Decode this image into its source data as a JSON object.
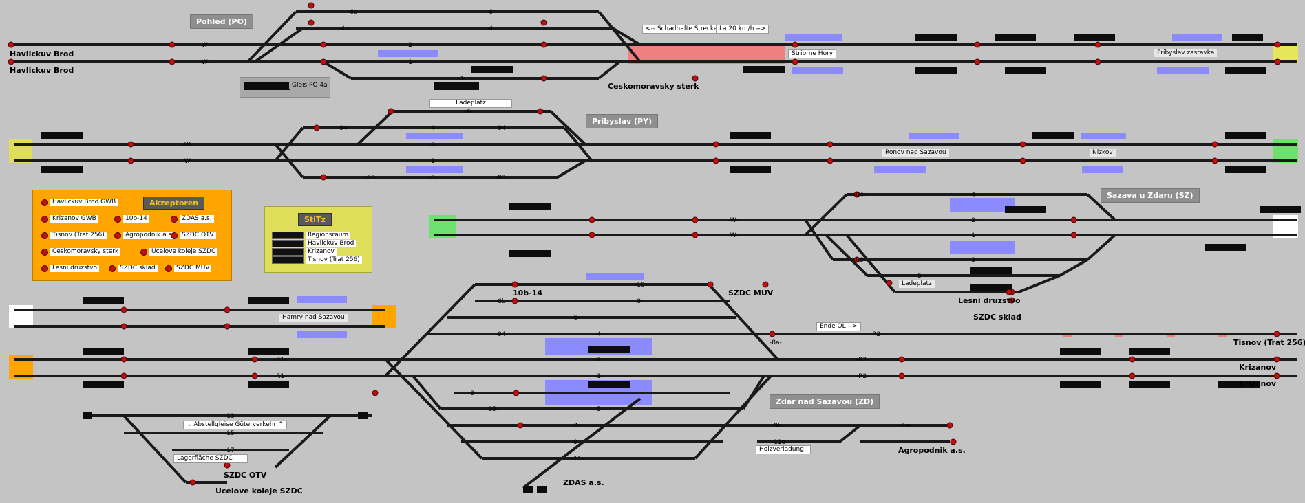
{
  "stations": [
    {
      "id": "po",
      "label": "Pohled (PO)"
    },
    {
      "id": "py",
      "label": "Pribyslav (PY)"
    },
    {
      "id": "sz",
      "label": "Sazava u Zdaru (SZ)"
    },
    {
      "id": "zd",
      "label": "Zdar nad Sazavou (ZD)"
    }
  ],
  "endpoints": {
    "havlickuv_brod_1": "Havlickuv Brod",
    "havlickuv_brod_2": "Havlickuv Brod",
    "tisnov": "Tisnov (Trat 256)",
    "krizanov_1": "Krizanov",
    "krizanov_2": "Krizanov"
  },
  "sidings": {
    "ceskomoravsky": "Ceskomoravsky sterk",
    "sdc_muv": "SZDC MUV",
    "b10_14": "10b-14",
    "lesni": "Lesni druzstvo",
    "szdc_sklad": "SZDC sklad",
    "agropodnik": "Agropodnik a.s.",
    "zdas": "ZDAS a.s.",
    "szdc_otv": "SZDC OTV",
    "ucelove": "Ucelove koleje SZDC"
  },
  "info_labels": {
    "schadhafte": "<-- Schadhafte Strecke",
    "la20": "La 20 km/h -->",
    "stribrne_hory": "Stribrne Hory",
    "pribyslav_zastavka": "Pribyslav zastavka",
    "gleis_po_4a": "Gleis PO 4a",
    "ladeplatz_1": "Ladeplatz",
    "ronov": "Ronov nad Sazavou",
    "nizkov": "Nizkov",
    "ladeplatz_2": "Ladeplatz",
    "hamry": "Hamry nad Sazavou",
    "ende_ol": "Ende OL -->",
    "abstellgleise": "⌄ Abstellgleise Güterverkehr ⌃",
    "lagerflache": "Lagerfläche SZDC",
    "holzverladung": "Holzverladung"
  },
  "track_labels": {
    "po": [
      "-6a-",
      "-6-",
      "-4a-",
      "-4-",
      "-2-",
      "-1-",
      "-3-",
      "-W-",
      "-W-"
    ],
    "py": [
      "-6-",
      "-94-",
      "-94-",
      "-2-",
      "-1-",
      "-93-",
      "-93-",
      "-3-",
      "-4-",
      "-W-",
      "-W-"
    ],
    "sz": [
      "-04-",
      "-4-",
      "-2-",
      "-1-",
      "-03-",
      "-3-",
      "-5-",
      "-W-",
      "-W-"
    ],
    "hamry": [
      "-R1-",
      "-R1-"
    ],
    "zd": [
      "-10-",
      "-8b-",
      "-8-",
      "-6-",
      "-94-",
      "-4-",
      "-2-",
      "-1-",
      "-3-",
      "-95-",
      "-5-",
      "-7-",
      "-9-",
      "-11-",
      "-8a-",
      "-R2-",
      "-R2-",
      "-R2-",
      "-9b-",
      "-11a-",
      "-9a-",
      "-13-",
      "-15-",
      "-17-"
    ]
  },
  "akzeptoren": {
    "title": "Akzeptoren",
    "items": [
      "Havlickuv Brod GWB",
      "Krizanov GWB",
      "10b-14",
      "ZDAS a.s.",
      "Tisnov (Trat 256)",
      "Agropodnik a.s.",
      "SZDC OTV",
      "Ceskomoravsky sterk",
      "Ucelove koleje SZDC",
      "Lesni druzstvo",
      "SZDC sklad",
      "SZDC MUV"
    ]
  },
  "stitz": {
    "title": "StiTz",
    "items": [
      "Regionsraum",
      "Havlickuv Brod",
      "Krizanov",
      "Tisnov (Trat 256)"
    ]
  },
  "colors": {
    "background": "#c4c4c4",
    "track": "#1a1a1a",
    "signal_red": "#c01010",
    "panel_orange": "#ffa500",
    "panel_yellow": "#dede5a",
    "occupancy_blue": "#8b8bff",
    "fault_red": "#f08080",
    "endpoint_yellow": "#e6e65a",
    "endpoint_green": "#6ee06e"
  }
}
